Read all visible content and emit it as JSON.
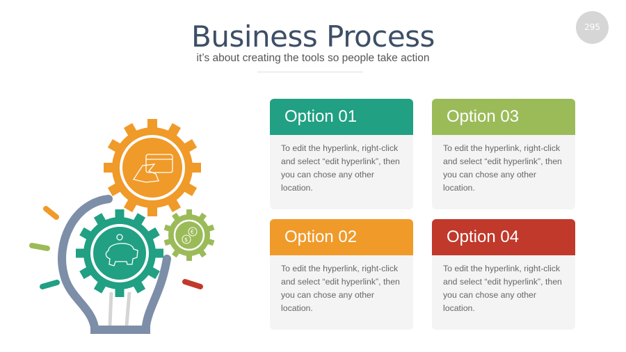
{
  "header": {
    "title": "Business Process",
    "subtitle": "it’s about creating the tools so people take action",
    "page_number": "295"
  },
  "options": [
    {
      "label": "Option 01",
      "text": "To edit the hyperlink, right-click and select “edit hyperlink”, then you can chose any other location.",
      "color": "#21a083"
    },
    {
      "label": "Option 02",
      "text": "To edit the hyperlink, right-click and select “edit hyperlink”, then you can chose any other location.",
      "color": "#f09a2a"
    },
    {
      "label": "Option 03",
      "text": "To edit the hyperlink, right-click and select “edit hyperlink”, then you can chose any other location.",
      "color": "#9bbb59"
    },
    {
      "label": "Option 04",
      "text": "To edit the hyperlink, right-click and select “edit hyperlink”, then you can chose any other location.",
      "color": "#c0392b"
    }
  ],
  "illustration": {
    "icons": [
      "credit-card-icon",
      "piggy-bank-icon",
      "currency-exchange-icon",
      "lightbulb-icon"
    ]
  }
}
